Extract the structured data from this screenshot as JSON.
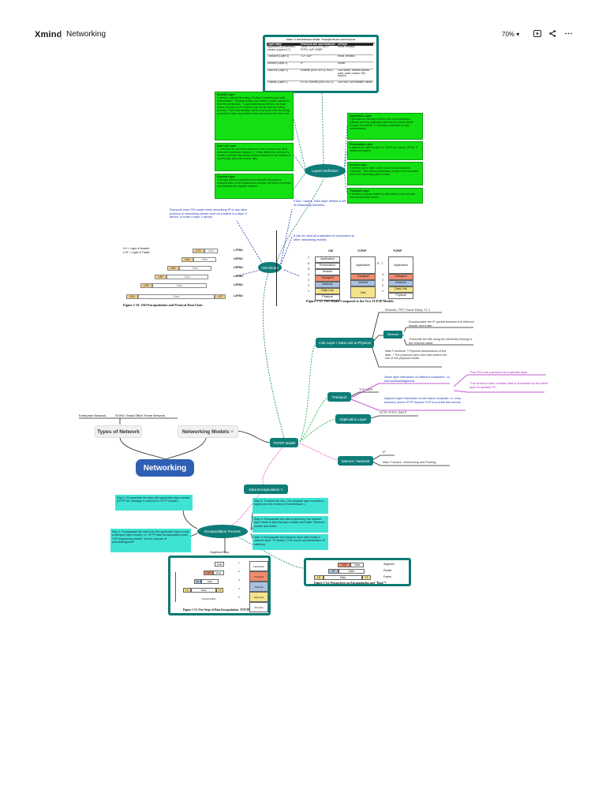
{
  "header": {
    "logo": "Xmind",
    "title": "Networking",
    "zoom": "70%",
    "zoom_caret": "▾"
  },
  "root": {
    "label": "Networking"
  },
  "main_topics": {
    "types_of_network": "Types of Network",
    "networking_models": "Networking Models",
    "types_children": [
      "Enterprise Network",
      "SOHO: Small Office Home Network"
    ]
  },
  "nodes": {
    "tcpip_model": "TCP/IP Model",
    "osi_model": "OSI Model",
    "layers_definition": "Layers Definition",
    "link_layer": "Link Layer / Data Link & Physical",
    "transport": "Transport",
    "application_layer": "Application Layer",
    "internet_network": "Internet / Network",
    "data_encapsulation": "Data Encapsulation",
    "encapsulation_process": "Encapsulation Process",
    "graphical_steps": "Graphical Steps"
  },
  "osi_table": {
    "title": "Table 1-1 OSI Reference Model - Example Devices and Protocols",
    "headers": [
      "Layer Name",
      "Protocols and Specifications",
      "Devices"
    ],
    "rows": [
      [
        "Application, presentation, session (Layers 5-7)",
        "Telnet, HTTP, FTP, SMTP, POP3, VoIP, SNMP",
        "Hosts, firewalls"
      ],
      [
        "Transport (Layer 4)",
        "TCP, UDP",
        "Hosts, firewalls"
      ],
      [
        "Network (Layer 3)",
        "IP",
        "Router"
      ],
      [
        "Data link (Layer 2)",
        "Ethernet (IEEE 802.3), HDLC",
        "LAN switch, wireless access point, cable modem, DSL modem"
      ],
      [
        "Physical (Layer 1)",
        "RJ-45, Ethernet (IEEE 802.3)",
        "LAN hub, LAN repeater, cables"
      ]
    ]
  },
  "green_left": [
    {
      "title": "Network Layer",
      "text": "It defines Logical Addressing, Routing Forwarding and path determination. \"Routing defines how routers forward packets to their final destination. \"Logical addressing defines how each device can have an IP address that can be used by routing process. \"Path determination refers to the work done by routing protocols to learn all possible routes and choose the best route."
    },
    {
      "title": "Data Link Layer",
      "text": "1. It defines the rules that determine when a device can send data over a particular medium. 2. It also defines the format of a header and trailer that allows devices attached to the medium to successfully send and receive data."
    },
    {
      "title": "Physical Layer",
      "text": "This layer refers to standards that deal with the physical characteristics of the transmission medium and how to send bits and classifies the physical medium."
    }
  ],
  "green_right": [
    {
      "title": "Application Layer",
      "text": "It provides an interface between the communications software and any application that need to communicate through the network. 2. It defines processes for user authentication."
    },
    {
      "title": "Presentation Layer",
      "text": "It defines the data formats (i.e. ASCII text, binary, JPEG). It defines encryption."
    },
    {
      "title": "Session Layer",
      "text": "It defines how to start, control and end conversations \"sessions\". This allows presentation (major) to be examples view of an interesting piece of data."
    },
    {
      "title": "Transport Layer",
      "text": "It focuses on issues related to data delivery such as data recovery and flow control."
    }
  ],
  "osi_notes": {
    "everyone": "Everyone uses OSI model when describing IP or any other protocol or networking device such as a switch is a layer 2 device, a router a layer 3 device.",
    "has_7_layers": "It has 7 layers. Each layer defines a set of networking functions.",
    "standard": "It can be used as a standard of comparison to other networking models."
  },
  "pdu_figure": {
    "legend1": "LH = Layer # Header",
    "legend2": "LHT = Layer # Trailer",
    "caption": "Figure 1-16. OSI Encapsulation and Protocol Data Units",
    "rows": [
      {
        "h": "L7H",
        "label": "L7PDU"
      },
      {
        "h": "L6H",
        "label": "L6PDU"
      },
      {
        "h": "L5H",
        "label": "L5PDU"
      },
      {
        "h": "L4H",
        "label": "L4PDU"
      },
      {
        "h": "L3H",
        "label": "L3PDU"
      },
      {
        "h": "L2H",
        "label": "L2PDU"
      }
    ],
    "data_word": "Data",
    "trailer": "L2T"
  },
  "osi_tcp_figure": {
    "col_osi": "OSI",
    "col_tcpip": "TCP/IP",
    "col_tcpip2": "TCP/IP",
    "osi_layers": [
      "Application",
      "Presentation",
      "Session",
      "Transport",
      "Network",
      "Data Link",
      "Physical"
    ],
    "nums": [
      "7",
      "6",
      "5",
      "4",
      "3",
      "2",
      "1"
    ],
    "tcp_app": "Application",
    "tcp_range": "5 - 7",
    "tcp_transport": "Transport",
    "tcp_internet": "Internet",
    "tcp_link": "Link",
    "tcp2_app": "Application",
    "tcp2_transport": "Transport",
    "tcp2_network": "Network",
    "tcp2_datalink": "Data Link",
    "tcp2_physical": "Physical",
    "tcp2_nums": [
      "4",
      "3",
      "2",
      "1"
    ],
    "caption": "Figure 1-15. OSI Model Compared to the Two TCP/IP Models"
  },
  "link_layer_notes": {
    "protocols": "Ethernet, PPP, Frame Relay, T1",
    "ethernet_node": "Ethernet",
    "ethernet_desc1": "Encapsulates the IP packet between the ethernet header and trailer",
    "ethernet_desc2": "Transmits the bits using the electricity flowing in the ethernet cable.",
    "main_functions": "Main Functions: * Physical transmission of the data. * The protocols and rules that control the use of the physical media."
  },
  "transport_notes": {
    "protocols": "TCP, UDP",
    "same_layer": "Same layer interaction on different computers, i.e. web acknowledgments.",
    "adjacent": "Adjacent layer interaction on the same computer, i.e. error recovery where HTTP request TCP to provide this service",
    "two_pcs": "*Two PCs use a protocol for a specific layer",
    "header_note": "*The protocol uses a header that is processed by the same layer on another PC."
  },
  "application_notes": {
    "protocols": "HTTP, POP3, SMTP"
  },
  "internet_notes": {
    "protocol": "IP",
    "function": "Main Function : Addressing and Routing"
  },
  "encap_steps": {
    "step1": "Step 1: Encapsulate the data with application layer header (HTTP OK message is returned in HTTP header).",
    "step2": "Step 2: Encapsulate the data from the application layer inside a transport layer header, i.e. HTTP data encapsulated inside TCP sequencing header \"for the purpose of acknowledgment\".",
    "step3": "Step 3: Encapsulate the transport layer data inside a network layer \"IP header\" (The source and destination IP address).",
    "step4": "Step 4: Encapsulate the data acquired by the network layer inside a data link layer header and trailer \"Ethernet header and trailer\".",
    "step5": "Step 5: Transmit the bits ( The physical layer encodes a signal onto the medium of transmission )."
  },
  "five_steps_figure": {
    "layers": [
      "Application",
      "Transport",
      "Network",
      "Data Link",
      "Physical"
    ],
    "nums": [
      "1",
      "2",
      "3",
      "4",
      "5"
    ],
    "data": "Data",
    "tcp": "TCP",
    "ip": "IP",
    "lh": "LH",
    "lt": "LT",
    "transmit": "Transmit Bits",
    "caption": "Figure 1-13. Five Steps of Data Encapsulation: TCP/IP"
  },
  "perspectives_figure": {
    "rows": [
      {
        "parts": [
          "TCP",
          "Data"
        ],
        "label": "Segment"
      },
      {
        "parts": [
          "IP",
          "Data"
        ],
        "label": "Packet"
      },
      {
        "parts": [
          "LH",
          "Data",
          "LT"
        ],
        "label": "Frame"
      }
    ],
    "caption": "Figure 1-14. Perspectives on Encapsulation and \"Data\"*"
  },
  "colors": {
    "teal": "#0e7d78",
    "green": "#13e013",
    "cyan": "#3fe3d3",
    "root_blue": "#2f5fb4",
    "pink_line": "#e23ec9"
  }
}
